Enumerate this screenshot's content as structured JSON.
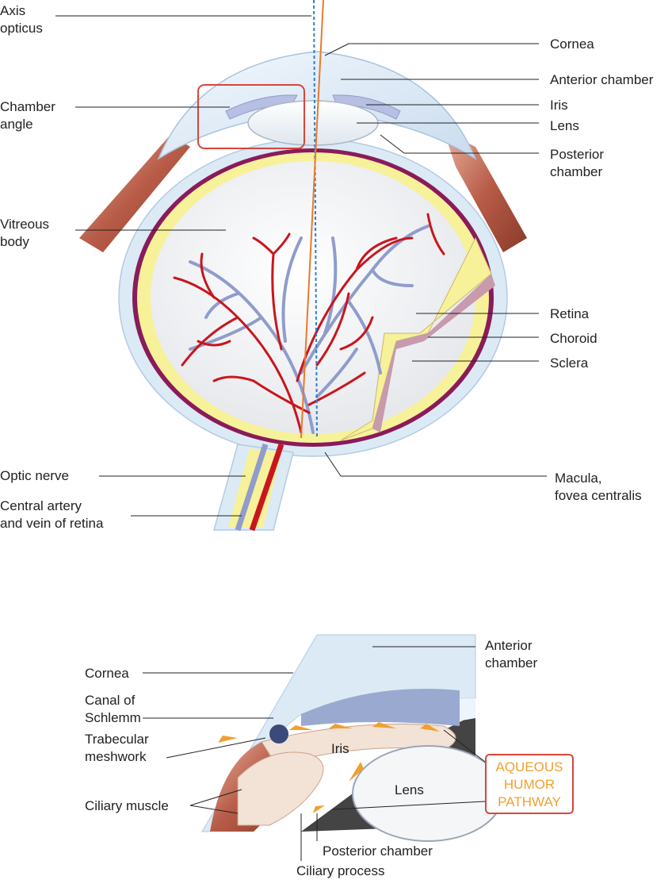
{
  "top_labels": {
    "axis_opticus": [
      "Axis",
      "opticus"
    ],
    "chamber_angle": [
      "Chamber",
      "angle"
    ],
    "vitreous_body": [
      "Vitreous",
      "body"
    ],
    "optic_nerve": "Optic nerve",
    "central_artery": [
      "Central artery",
      "and vein of retina"
    ],
    "cornea": "Cornea",
    "anterior_chamber": "Anterior chamber",
    "iris": "Iris",
    "lens": "Lens",
    "posterior_chamber": [
      "Posterior",
      "chamber"
    ],
    "retina": "Retina",
    "choroid": "Choroid",
    "sclera": "Sclera",
    "macula": [
      "Macula,",
      "fovea centralis"
    ]
  },
  "bottom_labels": {
    "anterior_chamber": [
      "Anterior",
      "chamber"
    ],
    "cornea": "Cornea",
    "canal_of_schlemm": [
      "Canal of",
      "Schlemm"
    ],
    "trabecular_meshwork": [
      "Trabecular",
      "meshwork"
    ],
    "iris": "Iris",
    "lens": "Lens",
    "ciliary_muscle": "Ciliary muscle",
    "posterior_chamber": "Posterior chamber",
    "ciliary_process": "Ciliary process",
    "aqueous_pathway": [
      "AQUEOUS",
      "HUMOR",
      "PATHWAY"
    ]
  },
  "colors": {
    "sclera": "#dceaf6",
    "choroid": "#8a1b5a",
    "retina": "#f7f19a",
    "artery": "#c8161d",
    "vein": "#8f9ccc",
    "muscle": "#b85c48",
    "aqueous_arrow": "#f0a030",
    "highlight_box": "#d9453b"
  }
}
